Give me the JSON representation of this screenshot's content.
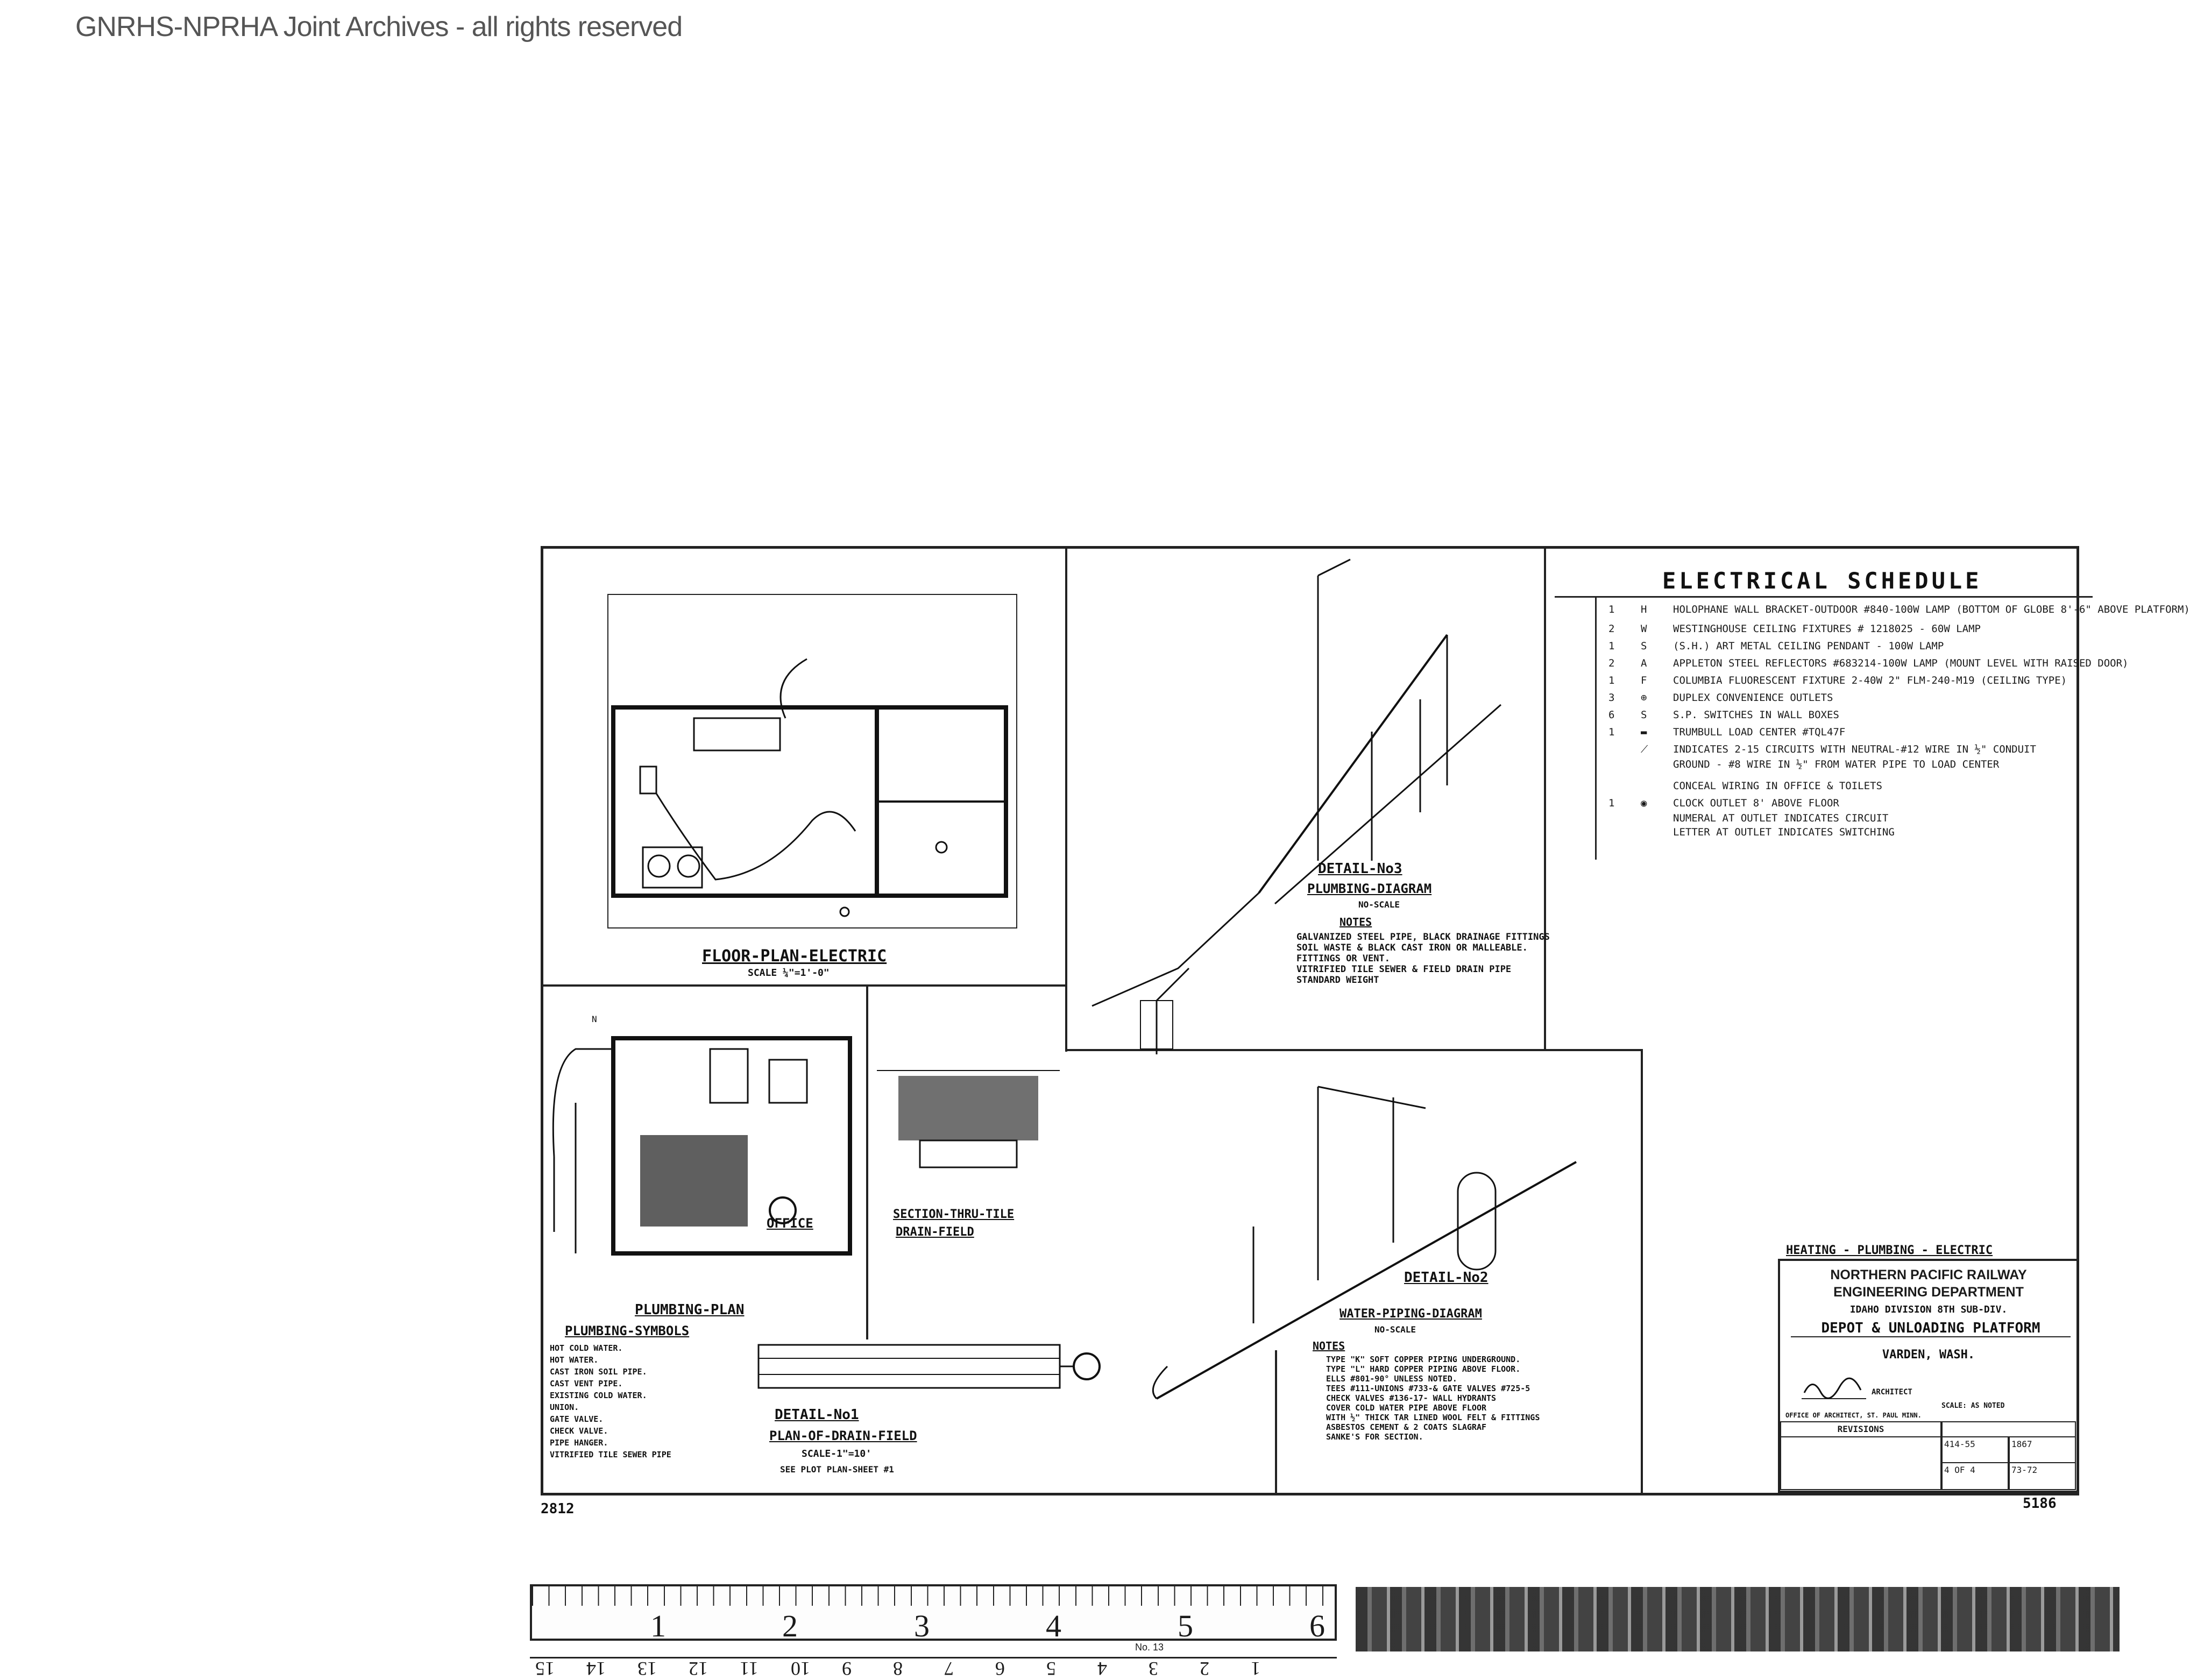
{
  "watermark": "GNRHS-NPRHA Joint Archives - all rights reserved",
  "drawing": {
    "floor_plan_title": "FLOOR-PLAN-ELECTRIC",
    "floor_plan_scale": "SCALE ¼\"=1'-0\"",
    "plumbing_plan_title": "PLUMBING-PLAN",
    "office_label": "OFFICE",
    "plumbing_symbols_title": "PLUMBING-SYMBOLS",
    "plumbing_symbols": [
      "HOT COLD WATER.",
      "HOT WATER.",
      "CAST IRON SOIL PIPE.",
      "CAST VENT PIPE.",
      "EXISTING COLD WATER.",
      "UNION.",
      "GATE VALVE.",
      "CHECK VALVE.",
      "PIPE HANGER.",
      "VITRIFIED TILE SEWER PIPE"
    ],
    "detail3_title": "DETAIL-No3",
    "detail3_sub": "PLUMBING-DIAGRAM",
    "detail3_scale": "NO-SCALE",
    "notes_title": "NOTES",
    "notes3": [
      "GALVANIZED STEEL PIPE, BLACK DRAINAGE FITTINGS",
      "SOIL WASTE & BLACK CAST IRON OR MALLEABLE.",
      "FITTINGS OR VENT.",
      "VITRIFIED TILE SEWER & FIELD DRAIN PIPE",
      "STANDARD WEIGHT"
    ],
    "section_title": "SECTION-THRU-TILE",
    "drain_field_title": "DRAIN-FIELD",
    "detail1_title": "DETAIL-No1",
    "detail1_sub": "PLAN-OF-DRAIN-FIELD",
    "detail1_scale": "SCALE-1\"=10'",
    "detail1_note": "SEE PLOT PLAN-SHEET #1",
    "detail2_title": "DETAIL-No2",
    "detail2_sub": "WATER-PIPING-DIAGRAM",
    "detail2_scale": "NO-SCALE",
    "notes2": [
      "TYPE \"K\" SOFT COPPER PIPING UNDERGROUND.",
      "TYPE \"L\" HARD COPPER PIPING ABOVE FLOOR.",
      "ELLS #801-90° UNLESS NOTED.",
      "TEES #111-UNIONS #733-& GATE VALVES #725-5",
      "CHECK VALVES #136-17- WALL HYDRANTS",
      "COVER COLD WATER PIPE ABOVE FLOOR",
      "WITH ½\" THICK TAR LINED WOOL FELT & FITTINGS",
      "ASBESTOS CEMENT & 2 COATS SLAGRAF",
      "SANKE'S FOR SECTION."
    ]
  },
  "schedule": {
    "title": "ELECTRICAL SCHEDULE",
    "rows": [
      {
        "qty": "1",
        "sym": "H",
        "text": "HOLOPHANE WALL BRACKET-OUTDOOR #840-100W LAMP (BOTTOM OF GLOBE 8'-6\" ABOVE PLATFORM)"
      },
      {
        "qty": "2",
        "sym": "W",
        "text": "WESTINGHOUSE CEILING FIXTURES # 1218025 - 60W LAMP"
      },
      {
        "qty": "1",
        "sym": "S",
        "text": "(S.H.) ART METAL CEILING PENDANT - 100W LAMP"
      },
      {
        "qty": "2",
        "sym": "A",
        "text": "APPLETON STEEL REFLECTORS #683214-100W LAMP (MOUNT LEVEL WITH RAISED DOOR)"
      },
      {
        "qty": "1",
        "sym": "F",
        "text": "COLUMBIA FLUORESCENT FIXTURE 2-40W 2\" FLM-240-M19 (CEILING TYPE)"
      },
      {
        "qty": "3",
        "sym": "⊕",
        "text": "DUPLEX CONVENIENCE OUTLETS"
      },
      {
        "qty": "6",
        "sym": "S",
        "text": "S.P. SWITCHES IN WALL BOXES"
      },
      {
        "qty": "1",
        "sym": "▬",
        "text": "TRUMBULL LOAD CENTER #TQL47F"
      },
      {
        "qty": "",
        "sym": "⟋",
        "text": "INDICATES 2-15 CIRCUITS WITH NEUTRAL-#12 WIRE IN ½\" CONDUIT"
      },
      {
        "qty": "",
        "sym": "",
        "text": "GROUND - #8 WIRE IN ½\" FROM WATER PIPE TO LOAD CENTER"
      },
      {
        "qty": "",
        "sym": "",
        "text": "CONCEAL WIRING IN OFFICE & TOILETS"
      },
      {
        "qty": "1",
        "sym": "◉",
        "text": "CLOCK OUTLET 8' ABOVE FLOOR"
      },
      {
        "qty": "",
        "sym": "",
        "text": "NUMERAL AT OUTLET INDICATES CIRCUIT"
      },
      {
        "qty": "",
        "sym": "",
        "text": "LETTER AT OUTLET INDICATES SWITCHING"
      }
    ]
  },
  "title_block": {
    "heading": "HEATING - PLUMBING - ELECTRIC",
    "company": "NORTHERN PACIFIC RAILWAY",
    "department": "ENGINEERING DEPARTMENT",
    "division": "IDAHO DIVISION 8TH SUB-DIV.",
    "project": "DEPOT & UNLOADING PLATFORM",
    "location": "VARDEN, WASH.",
    "architect": "ARCHITECT",
    "scale_label": "SCALE: AS NOTED",
    "office": "OFFICE OF ARCHITECT, ST. PAUL MINN.",
    "revisions": "REVISIONS",
    "afe_no": "414-55",
    "job_no": "1867",
    "sheet": "4 OF 4",
    "file_no": "73-72"
  },
  "sheet_numbers": {
    "left": "2812",
    "right": "5186"
  },
  "ruler": {
    "numbers": [
      "1",
      "2",
      "3",
      "4",
      "5",
      "6"
    ],
    "caption": "No. 13",
    "sub_numbers": [
      "15",
      "14",
      "13",
      "12",
      "11",
      "10",
      "9",
      "8",
      "7",
      "6",
      "5",
      "4",
      "3",
      "2",
      "1"
    ]
  }
}
